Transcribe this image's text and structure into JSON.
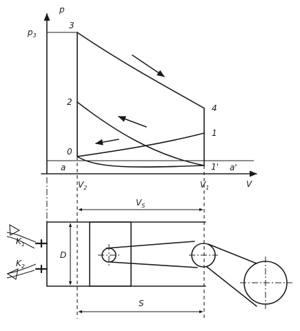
{
  "axis": {
    "y": "p",
    "x": "V"
  },
  "labels": {
    "p3_main": "p",
    "p3_sub": "3",
    "pt3": "3",
    "pt2": "2",
    "pt4": "4",
    "pt1": "1",
    "pt0": "0",
    "pt1p": "1'",
    "a": "a",
    "ap": "a'",
    "V2_main": "V",
    "V2_sub": "2",
    "V1_main": "V",
    "V1_sub": "1",
    "Vs_main": "V",
    "Vs_sub": "S",
    "D": "D",
    "S": "S",
    "K1_main": "K",
    "K1_sub": "1",
    "K2_main": "K",
    "K2_sub": "2"
  }
}
